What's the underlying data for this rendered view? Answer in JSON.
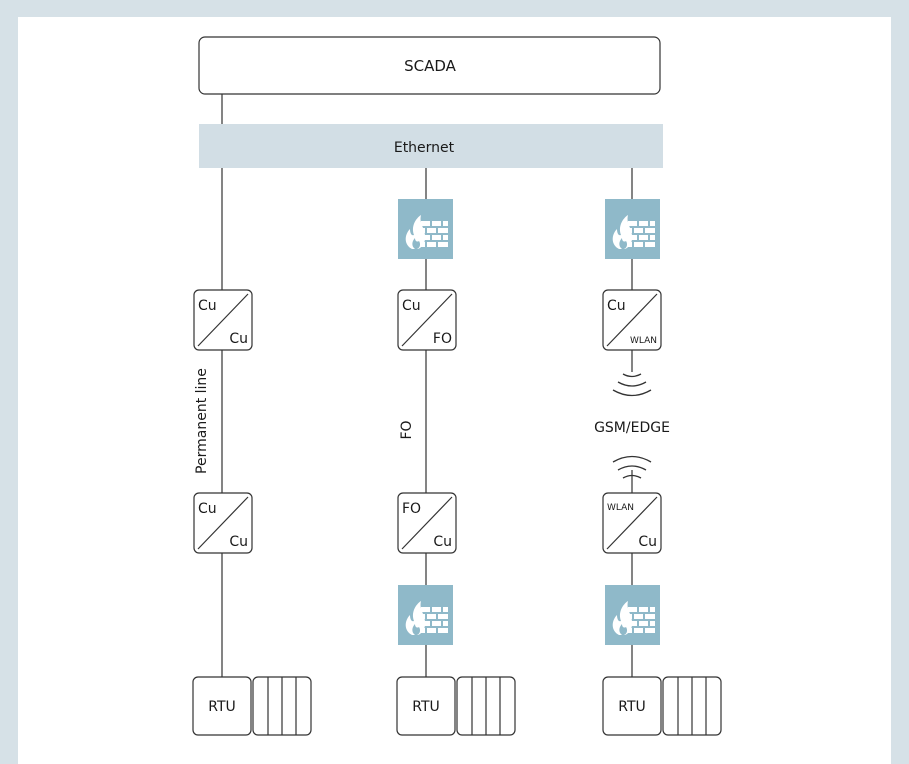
{
  "scada": {
    "label": "SCADA"
  },
  "ethernet": {
    "label": "Ethernet"
  },
  "branches": [
    {
      "link_label": "Permanent line",
      "upper_converter": {
        "top": "Cu",
        "bottom": "Cu"
      },
      "lower_converter": {
        "top": "Cu",
        "bottom": "Cu"
      },
      "rtu": "RTU"
    },
    {
      "link_label": "FO",
      "upper_converter": {
        "top": "Cu",
        "bottom": "FO"
      },
      "lower_converter": {
        "top": "FO",
        "bottom": "Cu"
      },
      "rtu": "RTU"
    },
    {
      "link_label": "GSM/EDGE",
      "upper_converter": {
        "top": "Cu",
        "bottom": "WLAN"
      },
      "lower_converter": {
        "top": "WLAN",
        "bottom": "Cu"
      },
      "rtu": "RTU"
    }
  ],
  "colors": {
    "page_background": "#d6e1e7",
    "ethernet_bar": "#d2dee5",
    "firewall": "#8fb9c9",
    "line": "#333333"
  },
  "icons": [
    "firewall-icon",
    "wireless-signal-icon"
  ]
}
